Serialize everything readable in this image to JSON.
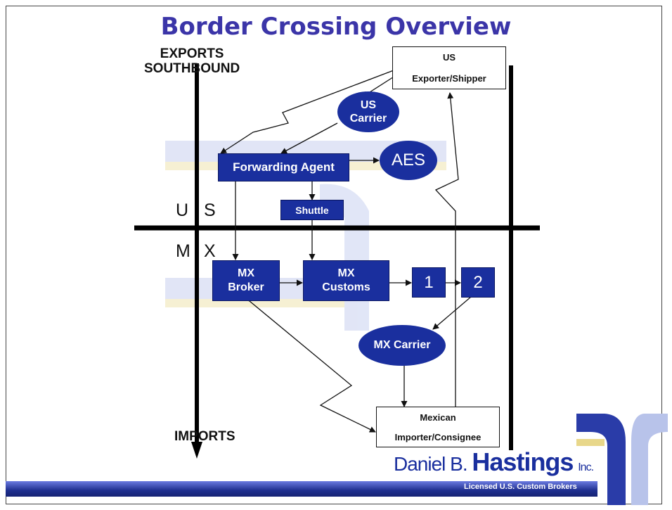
{
  "title": "Border Crossing Overview",
  "labels": {
    "exports_line1": "EXPORTS",
    "exports_line2": "SOUTHBOUND",
    "imports": "IMPORTS",
    "us_u": "U",
    "us_s": "S",
    "mx_m": "M",
    "mx_x": "X"
  },
  "nodes": {
    "us_exporter_line1": "US",
    "us_exporter_line2": "Exporter/Shipper",
    "us_carrier_line1": "US",
    "us_carrier_line2": "Carrier",
    "forwarding_agent": "Forwarding Agent",
    "aes": "AES",
    "shuttle": "Shuttle",
    "mx_broker_line1": "MX",
    "mx_broker_line2": "Broker",
    "mx_customs_line1": "MX",
    "mx_customs_line2": "Customs",
    "step1": "1",
    "step2": "2",
    "mx_carrier": "MX Carrier",
    "mexican_importer_line1": "Mexican",
    "mexican_importer_line2": "Importer/Consignee"
  },
  "logo": {
    "name_prefix": "Daniel B.",
    "name_main": "Hastings",
    "name_suffix": "Inc.",
    "tagline": "Licensed U.S. Custom Brokers"
  },
  "colors": {
    "title": "#3b35a8",
    "node_fill": "#1a2f9e",
    "watermark": "#b8c3ea",
    "watermark_gold": "#e8d78a"
  }
}
